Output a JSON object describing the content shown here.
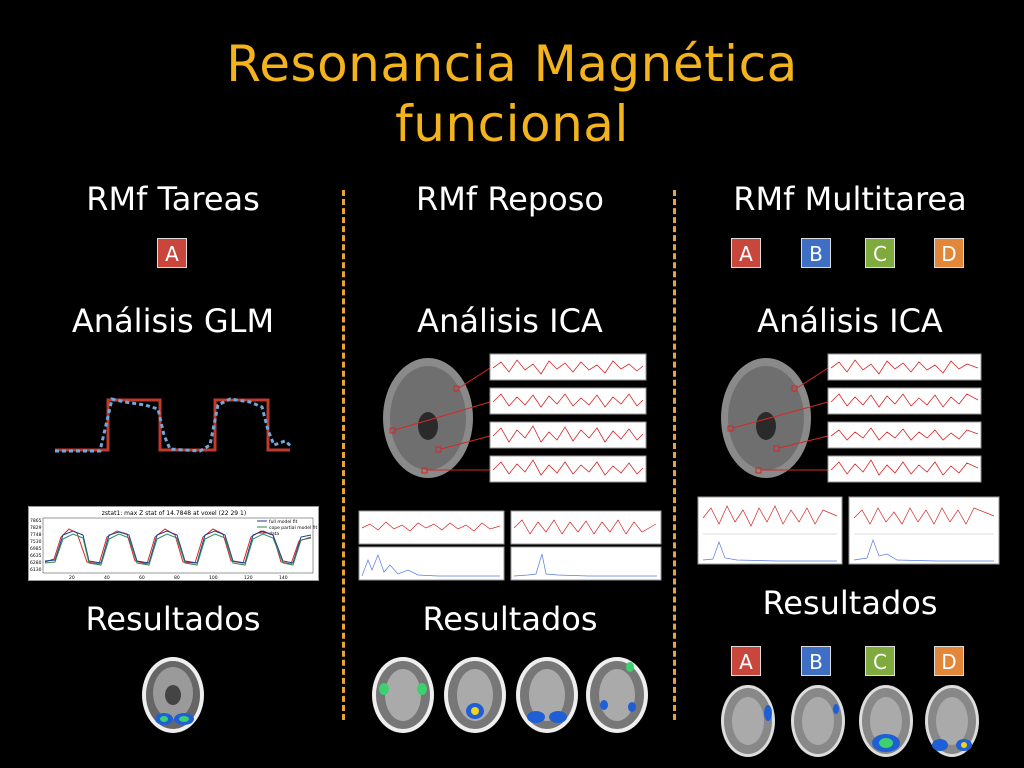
{
  "title_line1": "Resonancia Magnética",
  "title_line2": "funcional",
  "columns": [
    {
      "heading": "RMf Tareas",
      "badges": [
        {
          "label": "A",
          "color": "#c8463c"
        }
      ],
      "analysis": "Análisis GLM",
      "results": "Resultados",
      "glm_plot": {
        "title": "zstat1: max Z stat of 14.7848 at voxel (22 29 1)",
        "legend": [
          "full model fit",
          "cope partial model fit",
          "data"
        ],
        "yticks": [
          "7865",
          "7829",
          "7748",
          "7530",
          "6985",
          "6635",
          "6280",
          "6130"
        ],
        "xticks": [
          "20",
          "40",
          "60",
          "80",
          "100",
          "120",
          "140"
        ]
      }
    },
    {
      "heading": "RMf Reposo",
      "badges": [],
      "analysis": "Análisis ICA",
      "results": "Resultados"
    },
    {
      "heading": "RMf Multitarea",
      "badges": [
        {
          "label": "A",
          "color": "#c8463c"
        },
        {
          "label": "B",
          "color": "#3e6fc4"
        },
        {
          "label": "C",
          "color": "#7faa3d"
        },
        {
          "label": "D",
          "color": "#e2873a"
        }
      ],
      "analysis": "Análisis ICA",
      "results": "Resultados",
      "result_badges": [
        {
          "label": "A",
          "color": "#c8463c"
        },
        {
          "label": "B",
          "color": "#3e6fc4"
        },
        {
          "label": "C",
          "color": "#7faa3d"
        },
        {
          "label": "D",
          "color": "#e2873a"
        }
      ]
    }
  ],
  "colors": {
    "title": "#f2b31c",
    "divider": "#e8a33a",
    "signal": "#d9534f",
    "fit": "#6fa8dc",
    "box": "#c0392b"
  }
}
